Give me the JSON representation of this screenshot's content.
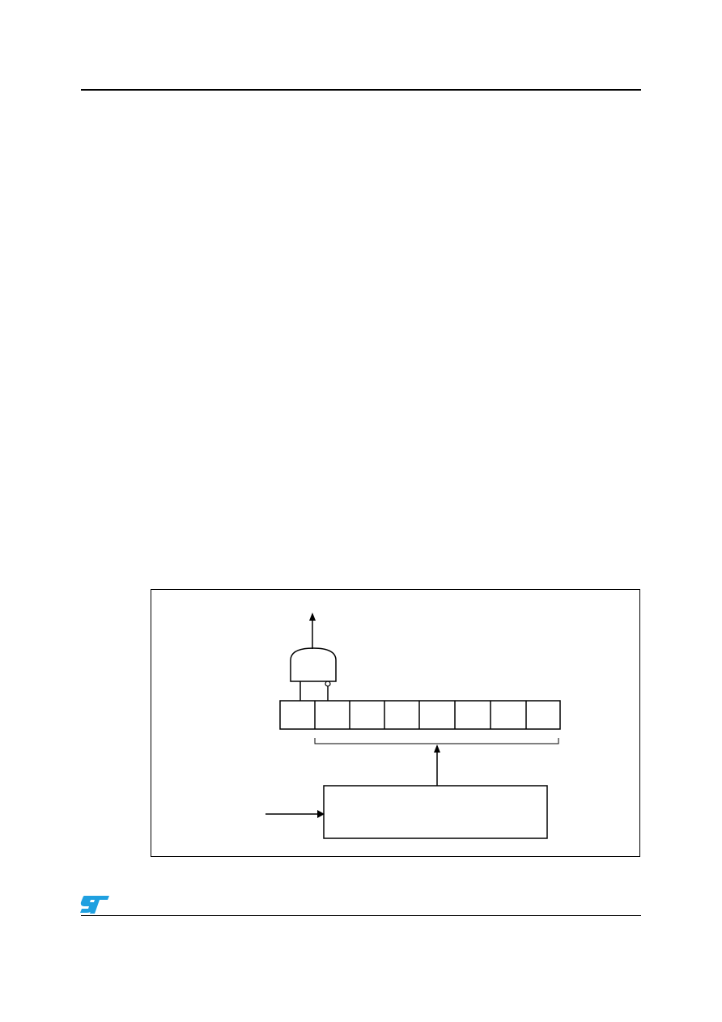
{
  "page": {
    "header_rule": "solid",
    "footer_rule": "solid"
  },
  "figure": {
    "register": {
      "cell_count": 8,
      "bit_values": []
    },
    "gate": {
      "type": "and-gate",
      "inputs": 2,
      "inverted_inputs": [
        2
      ]
    },
    "block_label": ""
  },
  "logo": {
    "name": "st-logo-icon",
    "color": "#1fa0e0"
  }
}
